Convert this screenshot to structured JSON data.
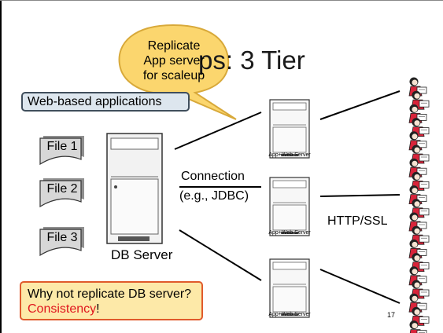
{
  "slide": {
    "title": "ps: 3 Tier",
    "web_apps_label": "Web-based applications",
    "callout_lines": [
      "Replicate",
      "App server",
      "for scaleup"
    ],
    "files": [
      "File 1",
      "File 2",
      "File 3"
    ],
    "db_server_label": "DB Server",
    "connection_line1": "Connection",
    "connection_line2": "(e.g., JDBC)",
    "http_label": "HTTP/SSL",
    "app_server_label": "App+Web Server",
    "warning_text": "Why not replicate DB server?",
    "warning_highlight": "Consistency",
    "warning_suffix": "!",
    "page_number": "17"
  },
  "colors": {
    "callout_fill": "#fbd66e",
    "callout_border": "#d8a93a",
    "web_box_fill": "#dde6ee",
    "warning_fill": "#fde9a8",
    "warning_border": "#e05a2b",
    "warning_highlight": "#e0161e"
  },
  "icons": [
    "server-tower-icon",
    "document-icon",
    "person-icon"
  ]
}
